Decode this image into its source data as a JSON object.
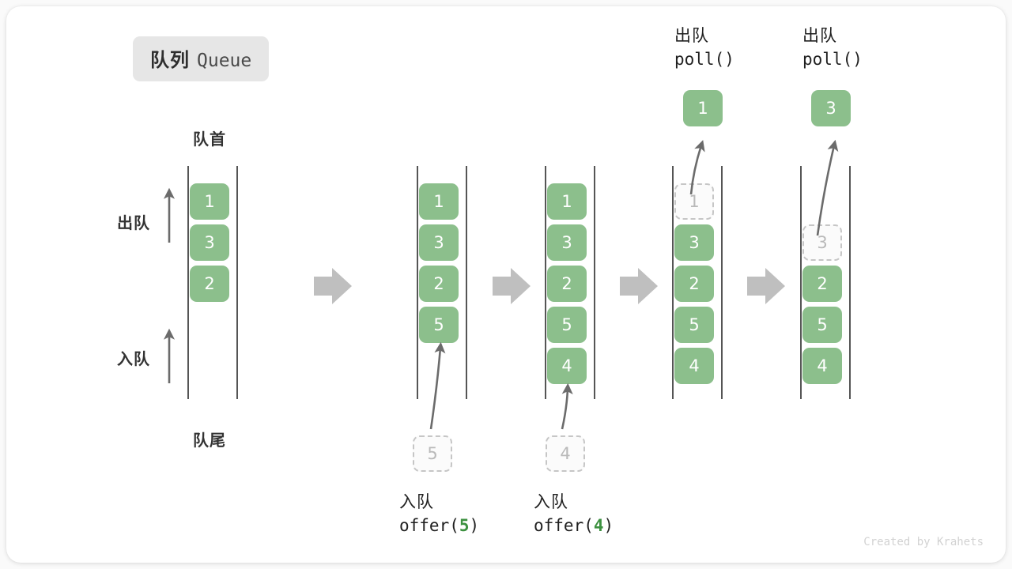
{
  "title": {
    "cn": "队列",
    "en": "Queue"
  },
  "labels": {
    "head": "队首",
    "tail": "队尾",
    "dequeue": "出队",
    "enqueue": "入队"
  },
  "colors": {
    "cell_fill": "#8cbf8c",
    "cell_text": "#ffffff",
    "ghost_border": "#c6c6c6",
    "ghost_text": "#b9b9b9",
    "rail": "#555555",
    "arrow_gray": "#6b6b6b",
    "step_arrow": "#bfbfbf",
    "code_arg": "#3d9140",
    "badge_bg": "#e6e6e6"
  },
  "columns": [
    {
      "name": "initial-queue",
      "cells": [
        {
          "value": "1",
          "state": "filled"
        },
        {
          "value": "3",
          "state": "filled"
        },
        {
          "value": "2",
          "state": "filled"
        }
      ]
    },
    {
      "name": "after-offer-5",
      "cells": [
        {
          "value": "1",
          "state": "filled"
        },
        {
          "value": "3",
          "state": "filled"
        },
        {
          "value": "2",
          "state": "filled"
        },
        {
          "value": "5",
          "state": "filled"
        }
      ]
    },
    {
      "name": "after-offer-4",
      "cells": [
        {
          "value": "1",
          "state": "filled"
        },
        {
          "value": "3",
          "state": "filled"
        },
        {
          "value": "2",
          "state": "filled"
        },
        {
          "value": "5",
          "state": "filled"
        },
        {
          "value": "4",
          "state": "filled"
        }
      ]
    },
    {
      "name": "after-poll-1",
      "cells": [
        {
          "value": "1",
          "state": "ghost"
        },
        {
          "value": "3",
          "state": "filled"
        },
        {
          "value": "2",
          "state": "filled"
        },
        {
          "value": "5",
          "state": "filled"
        },
        {
          "value": "4",
          "state": "filled"
        }
      ]
    },
    {
      "name": "after-poll-3",
      "cells": [
        {
          "value": "",
          "state": "empty"
        },
        {
          "value": "3",
          "state": "ghost"
        },
        {
          "value": "2",
          "state": "filled"
        },
        {
          "value": "5",
          "state": "filled"
        },
        {
          "value": "4",
          "state": "filled"
        }
      ]
    }
  ],
  "enqueue_ops": [
    {
      "ghost_value": "5",
      "cn": "入队",
      "code_prefix": "offer(",
      "arg": "5",
      "code_suffix": ")"
    },
    {
      "ghost_value": "4",
      "cn": "入队",
      "code_prefix": "offer(",
      "arg": "4",
      "code_suffix": ")"
    }
  ],
  "dequeue_ops": [
    {
      "cn": "出队",
      "code": "poll()",
      "value": "1"
    },
    {
      "cn": "出队",
      "code": "poll()",
      "value": "3"
    }
  ],
  "credit": "Created by Krahets"
}
